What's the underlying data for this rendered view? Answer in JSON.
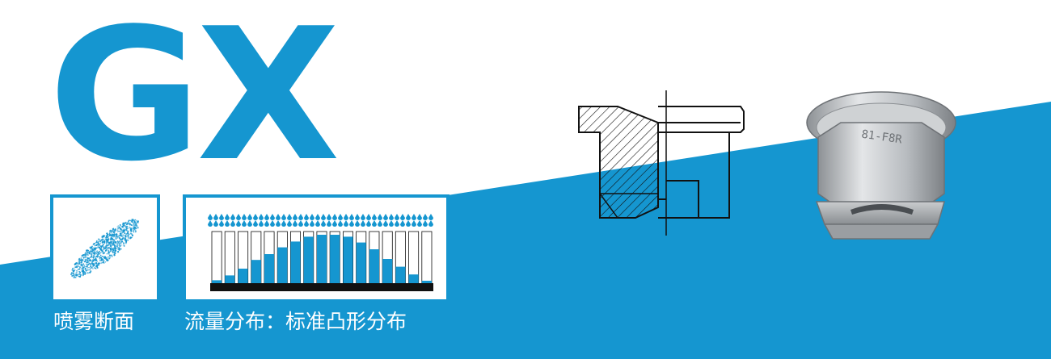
{
  "title": "GX",
  "spray_section": {
    "caption": "喷雾断面",
    "icon": "elliptical-spray-pattern"
  },
  "flow_distribution": {
    "caption": "流量分布：标准凸形分布",
    "icon": "flow-distribution-collector",
    "chart_data": {
      "type": "bar",
      "values": [
        0.06,
        0.16,
        0.3,
        0.48,
        0.6,
        0.74,
        0.86,
        0.96,
        1.0,
        1.0,
        0.96,
        0.84,
        0.7,
        0.5,
        0.34,
        0.18,
        0.05
      ]
    }
  },
  "drawing": {
    "icon": "nozzle-cross-section-drawing"
  },
  "product_photo": {
    "icon": "flat-fan-nozzle-photo",
    "engraving": "81-F8R"
  },
  "colors": {
    "brand_blue": "#1596d0",
    "background": "#ffffff",
    "ink": "#111111",
    "metal": "#b9bcbf"
  }
}
